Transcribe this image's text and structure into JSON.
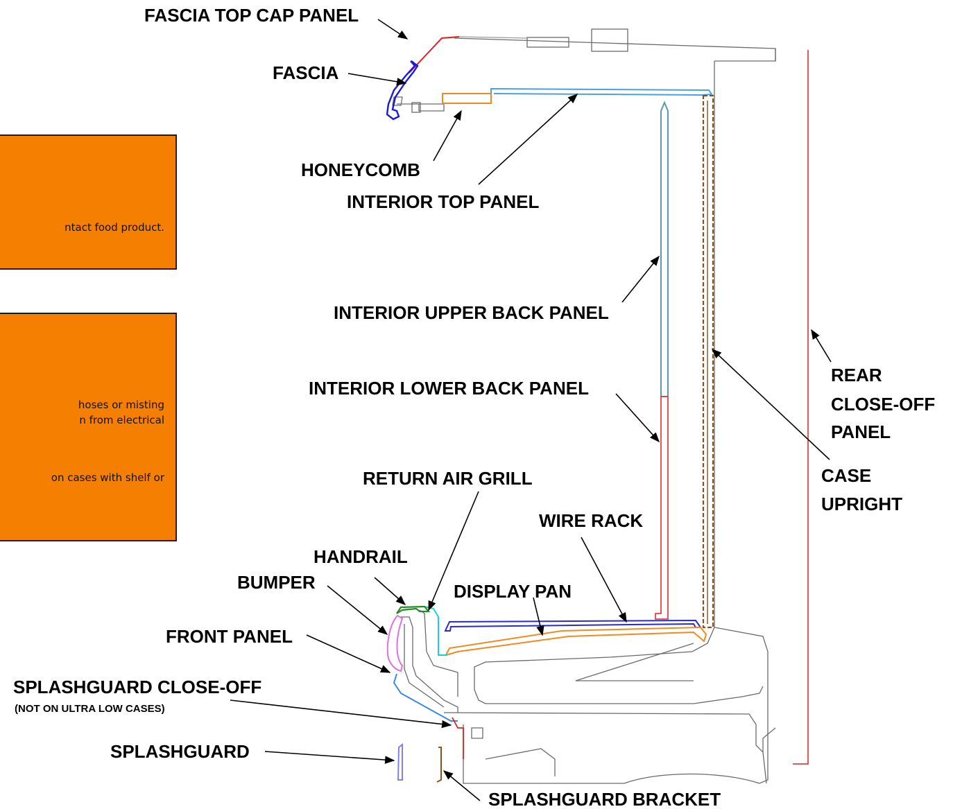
{
  "warning_box_1": {
    "lines": [
      "ntact food product."
    ]
  },
  "warning_box_2": {
    "lines": [
      " hoses or misting",
      "n from electrical",
      "on cases with shelf or"
    ]
  },
  "labels": {
    "fascia_top_cap_panel": "FASCIA TOP CAP PANEL",
    "fascia": "FASCIA",
    "honeycomb": "HONEYCOMB",
    "interior_top_panel": "INTERIOR TOP PANEL",
    "interior_upper_back_panel": "INTERIOR UPPER BACK PANEL",
    "interior_lower_back_panel": "INTERIOR LOWER BACK PANEL",
    "rear_close_off_panel": [
      "REAR",
      "CLOSE-OFF",
      "PANEL"
    ],
    "case_upright": [
      "CASE",
      "UPRIGHT"
    ],
    "return_air_grill": "RETURN AIR GRILL",
    "wire_rack": "WIRE RACK",
    "handrail": "HANDRAIL",
    "bumper": "BUMPER",
    "display_pan": "DISPLAY PAN",
    "front_panel": "FRONT PANEL",
    "splashguard_close_off": "SPLASHGUARD CLOSE-OFF",
    "splashguard_close_off_note": "(NOT ON ULTRA LOW CASES)",
    "splashguard": "SPLASHGUARD",
    "splashguard_bracket": "SPLASHGUARD BRACKET"
  },
  "colors": {
    "warning_fill": "#f57f00",
    "fascia_top_cap": "#e02020",
    "fascia": "#1a1ad8",
    "honeycomb": "#f08a20",
    "interior_top_panel": "#4aa0e0",
    "upper_back_panel": "#5a9aa8",
    "lower_back_panel": "#e84040",
    "rear_close_off": "#e02020",
    "case_upright": "#8a5020",
    "wire_rack": "#2a2ad0",
    "display_pan": "#f08a20",
    "return_air_grill": "#18d0d8",
    "handrail": "#2a8a2a",
    "bumper": "#e070e0",
    "front_panel": "#3a88e0",
    "splashguard": "#8080f0",
    "splashguard_bracket": "#8a5020"
  }
}
